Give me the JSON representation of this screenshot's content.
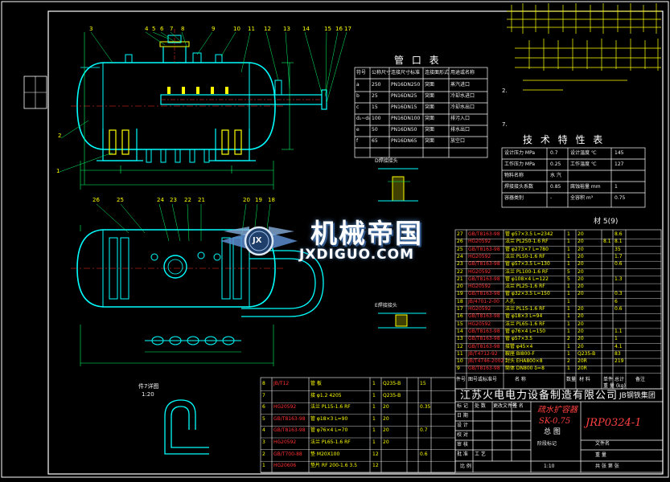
{
  "colors": {
    "background": "#000000",
    "frame": "#ffffff",
    "outline": "#00ffff",
    "dimension": "#00ff66",
    "hatch": "#ffff00",
    "tabletext": "#ffff00",
    "highlight": "#ff3030"
  },
  "header_labels": {
    "p3": "3",
    "p4": "4",
    "p5": "5",
    "p6": "6",
    "p7": "7",
    "p8": "8",
    "p9": "9",
    "p10": "10",
    "p11": "11",
    "p12": "12",
    "p13": "13",
    "p14": "14",
    "p15": "15",
    "p16": "16",
    "p17": "17"
  },
  "left_labels": {
    "p2": "2",
    "p1": "1",
    "p26": "26",
    "p25": "25",
    "p24": "24",
    "p23": "23",
    "p22": "22",
    "p21": "21",
    "p20": "20",
    "p19": "19",
    "p18": "18"
  },
  "nozzle_table": {
    "title": "管 口 表",
    "headers": [
      "符号",
      "公称尺寸",
      "连接尺寸标准",
      "连接面形式",
      "用途或名称"
    ],
    "rows": [
      [
        "a",
        "250",
        "PN16DN250",
        "突面",
        "蒸汽进口"
      ],
      [
        "b",
        "25",
        "PN16DN25",
        "突面",
        "冷却水进口"
      ],
      [
        "c",
        "15",
        "PN16DN15",
        "突面",
        "冷却水出口"
      ],
      [
        "d₁~d₅",
        "100",
        "PN16DN100",
        "突面",
        "排污入口"
      ],
      [
        "e",
        "50",
        "PN16DN50",
        "突面",
        "排水出口"
      ],
      [
        "f",
        "65",
        "PN16DN65",
        "突面",
        "放空口"
      ]
    ]
  },
  "tech_table": {
    "title": "技 术 特 性 表",
    "rows": [
      [
        "设计压力 MPa",
        "0.7",
        "设计温度 ℃",
        "145"
      ],
      [
        "工作压力 MPa",
        "0.25",
        "工作温度 ℃",
        "127"
      ],
      [
        "物料名称",
        "水 汽",
        "",
        ""
      ],
      [
        "焊接接头系数",
        "0.85",
        "腐蚀裕量 mm",
        "1"
      ],
      [
        "容器类别",
        "-",
        "全容积 m³",
        "0.75"
      ]
    ]
  },
  "detail_labels": {
    "d_joint": "D焊接接头",
    "e_joint": "E焊接接头",
    "detail7": "件7详图",
    "detail7_scale": "1:20",
    "top_right_1": "2.",
    "top_right_7": "7."
  },
  "watermark": {
    "title": "机械帝国",
    "url": "JXDIGUO.COM",
    "logo": "JX"
  },
  "parts_table_upper": {
    "header": "材 5(9)",
    "rows": [
      [
        "27",
        "GB/T8163-98",
        "管 φ57×3.5 L=2342",
        "1",
        "20",
        "",
        "8.6"
      ],
      [
        "26",
        "HG20592",
        "法兰 PL250-1.6 RF",
        "1",
        "20",
        "8.1",
        "8.1"
      ],
      [
        "25",
        "GB/T8163-98",
        "管 φ273×7 L=780",
        "1",
        "20",
        "",
        "35"
      ],
      [
        "24",
        "HG20592",
        "法兰 PL50-1.6 RF",
        "1",
        "20",
        "",
        "1.7"
      ],
      [
        "23",
        "GB/T8163-98",
        "管 φ57×3.5 L=130",
        "1",
        "20",
        "",
        "0.6"
      ],
      [
        "22",
        "HG20592",
        "法兰 PL100-1.6 RF",
        "5",
        "20",
        "",
        ""
      ],
      [
        "21",
        "GB/T8163-98",
        "管 φ108×4 L=122",
        "5",
        "20",
        "",
        "1.3"
      ],
      [
        "20",
        "HG20592",
        "法兰 PL25-1.6 RF",
        "1",
        "20",
        "",
        ""
      ],
      [
        "19",
        "GB/T8163-98",
        "管 φ32×3.5 L=150",
        "1",
        "20",
        "",
        "0.3"
      ],
      [
        "18",
        "JB/4701-2-00",
        "人孔",
        "1",
        "",
        "",
        "6"
      ],
      [
        "17",
        "HG20592",
        "法兰 PL15-1.6 RF",
        "1",
        "20",
        "",
        "0.6"
      ],
      [
        "16",
        "GB/T8163-98",
        "管 φ18×3 L=94",
        "1",
        "20",
        "",
        ""
      ],
      [
        "15",
        "HG20592",
        "法兰 PL65-1.6 RF",
        "1",
        "20",
        "",
        ""
      ],
      [
        "14",
        "GB/T8163-98",
        "管 φ76×4 L=150",
        "1",
        "20",
        "",
        "1.1"
      ],
      [
        "13",
        "GB/T8163-98",
        "管 φ57×3.5",
        "2",
        "20",
        "",
        "1"
      ],
      [
        "12",
        "GB/T8163-98",
        "接管 φ45×4",
        "1",
        "20",
        "",
        "4.1"
      ],
      [
        "11",
        "JB/T4712-92",
        "鞍座 BI800-F",
        "1",
        "Q235-B",
        "",
        "83"
      ],
      [
        "10",
        "JB/T4746-2002",
        "封头 EHA800×8",
        "2",
        "20R",
        "",
        "219"
      ],
      [
        "9",
        "GB/T8163-98",
        "筒体 DN800 δ=8",
        "1",
        "20R",
        "",
        ""
      ]
    ],
    "footer": [
      "件号",
      "图号或标准号",
      "名 称",
      "数量",
      "材 料",
      "单件",
      "总计",
      "备注"
    ],
    "footer_note": "重 量 (kg)"
  },
  "parts_table_lower": {
    "rows": [
      [
        "8",
        "JB/T12",
        "管 板",
        "1",
        "Q235-B",
        "",
        "15"
      ],
      [
        "7",
        "",
        "接 φ1.2 4205",
        "1",
        "Q235-B",
        "",
        ""
      ],
      [
        "6",
        "HG20592",
        "法兰 PL15-1.6 RF",
        "1",
        "20",
        "",
        "0.35"
      ],
      [
        "5",
        "GB/T8163-98",
        "管 φ18×3 L=90",
        "1",
        "20",
        "",
        ""
      ],
      [
        "4",
        "GB/T8163-98",
        "管 φ76×4 L=70",
        "1",
        "20",
        "",
        "0.7"
      ],
      [
        "3",
        "HG20592",
        "法兰 PL65-1.6 RF",
        "1",
        "20",
        "",
        ""
      ],
      [
        "2",
        "GB/T700-88",
        "垫 M20X100",
        "12",
        "",
        "",
        "0.6"
      ],
      [
        "1",
        "HG20606",
        "垫片 RF 200-1.6 3.5",
        "12",
        "",
        "",
        ""
      ]
    ]
  },
  "title_block": {
    "company": "江苏火电电力设备制造有限公司",
    "company_suffix": "JB钢铁集团",
    "product_line1": "疏水扩容器",
    "product_line2": "SK-0.75",
    "product_line3": "总 图",
    "drawing_no": "JRP0324-1",
    "sign_rows": [
      "标 记",
      "处 数",
      "更改文件号",
      "签 名",
      "日 期",
      "设 计",
      "校 对",
      "审 核",
      "批 准",
      "工 艺"
    ],
    "scale_label": "比 例",
    "scale_value": "1:10",
    "sheet_label": "共 张 第 张",
    "weight_label": "重 量",
    "stage_label": "阶段标记",
    "file_label": "文件名"
  }
}
